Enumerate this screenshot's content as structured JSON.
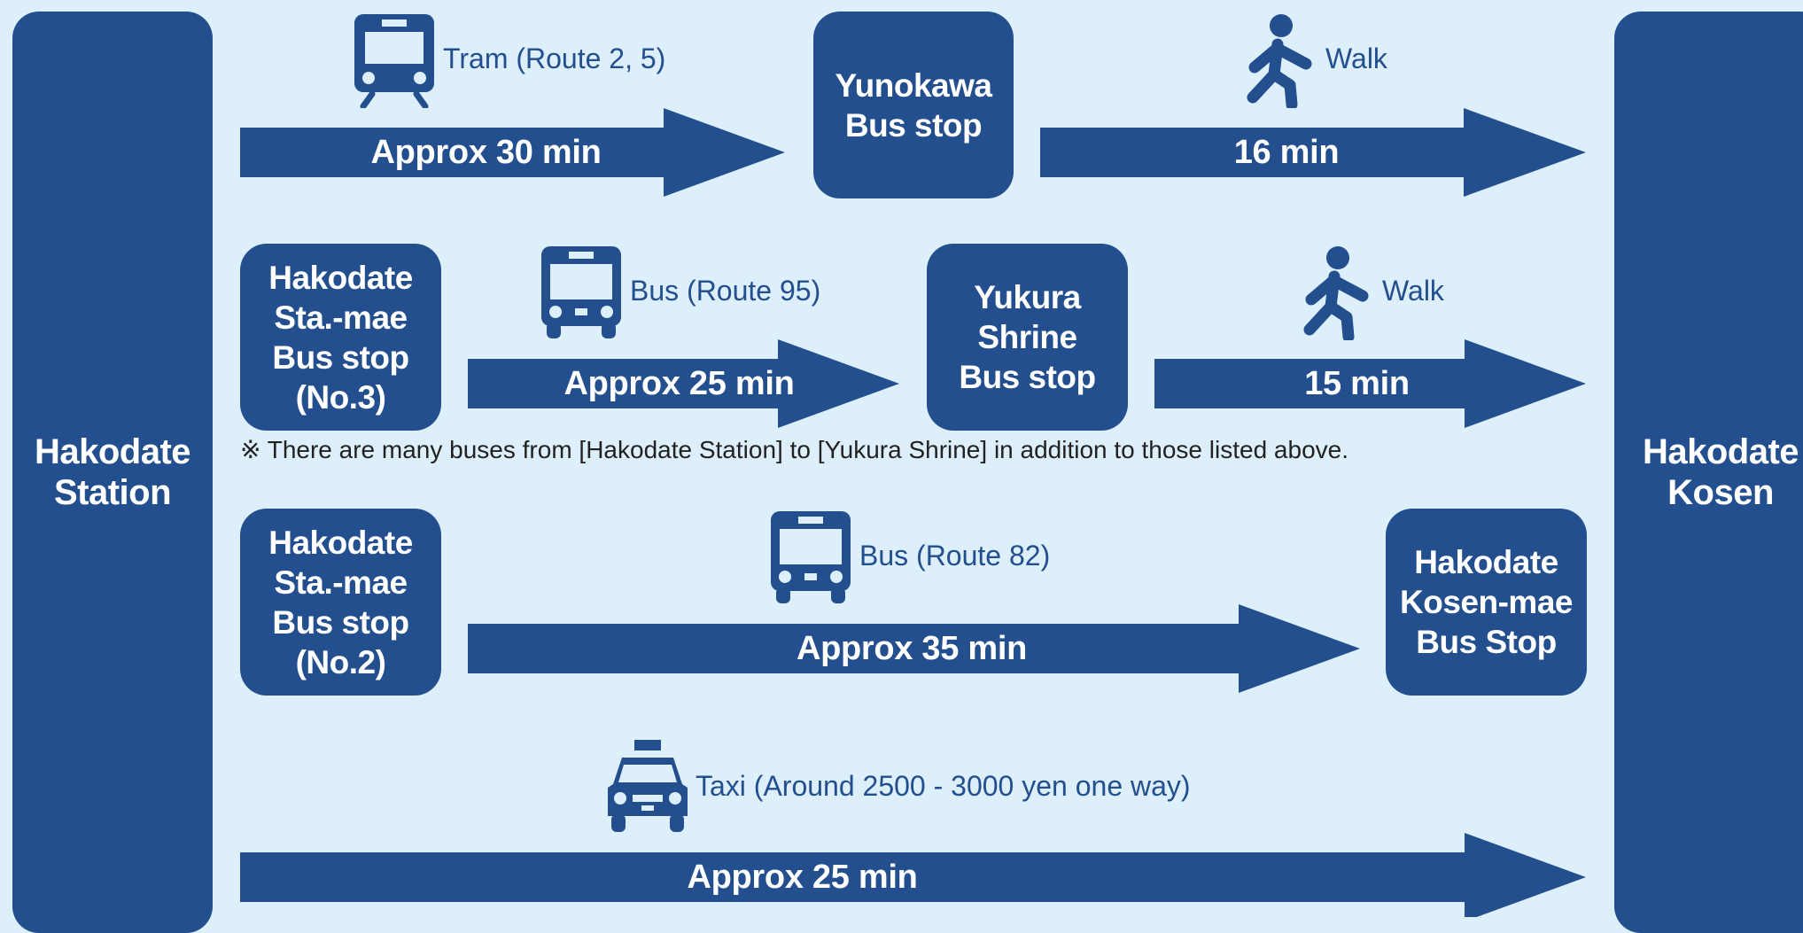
{
  "colors": {
    "background": "#ddeffa",
    "accent": "#234f8e",
    "text_on_accent": "#ffffff"
  },
  "origin": {
    "label": "Hakodate\nStation"
  },
  "destination": {
    "label": "Hakodate\nKosen"
  },
  "routes": [
    {
      "legs": [
        {
          "icon": "tram-icon",
          "mode": "Tram (Route 2, 5)",
          "duration": "Approx 30 min"
        },
        {
          "icon": "walk-icon",
          "mode": "Walk",
          "duration": "16 min"
        }
      ],
      "stops": [
        "Yunokawa\nBus stop"
      ]
    },
    {
      "start_stop": "Hakodate\nSta.-mae\nBus stop\n(No.3)",
      "legs": [
        {
          "icon": "bus-icon",
          "mode": "Bus (Route 95)",
          "duration": "Approx 25 min"
        },
        {
          "icon": "walk-icon",
          "mode": "Walk",
          "duration": "15 min"
        }
      ],
      "stops": [
        "Yukura\nShrine\nBus stop"
      ],
      "note": "※ There are many buses from [Hakodate Station] to [Yukura Shrine] in addition to those listed above."
    },
    {
      "start_stop": "Hakodate\nSta.-mae\nBus stop\n(No.2)",
      "legs": [
        {
          "icon": "bus-icon",
          "mode": "Bus (Route 82)",
          "duration": "Approx 35 min"
        }
      ],
      "stops": [
        "Hakodate\nKosen-mae\nBus Stop"
      ]
    },
    {
      "legs": [
        {
          "icon": "taxi-icon",
          "mode": "Taxi (Around 2500 - 3000 yen one way)",
          "duration": "Approx 25 min"
        }
      ]
    }
  ]
}
